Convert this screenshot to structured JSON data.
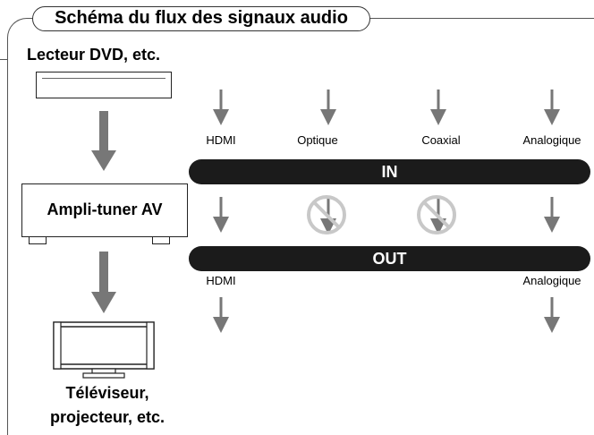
{
  "title": "Schéma du flux des signaux audio",
  "source_device": "Lecteur DVD, etc.",
  "amplifier": "Ampli-tuner AV",
  "display_device_line1": "Téléviseur,",
  "display_device_line2": "projecteur, etc.",
  "input_bar": "IN",
  "output_bar": "OUT",
  "inputs": [
    {
      "label": "HDMI",
      "passes": true
    },
    {
      "label": "Optique",
      "passes": false
    },
    {
      "label": "Coaxial",
      "passes": false
    },
    {
      "label": "Analogique",
      "passes": true
    }
  ],
  "outputs": [
    {
      "label": "HDMI"
    },
    {
      "label": "Analogique"
    }
  ],
  "colors": {
    "arrow": "#777777",
    "bar": "#1b1b1b",
    "blocked": "#c8c8c8"
  }
}
